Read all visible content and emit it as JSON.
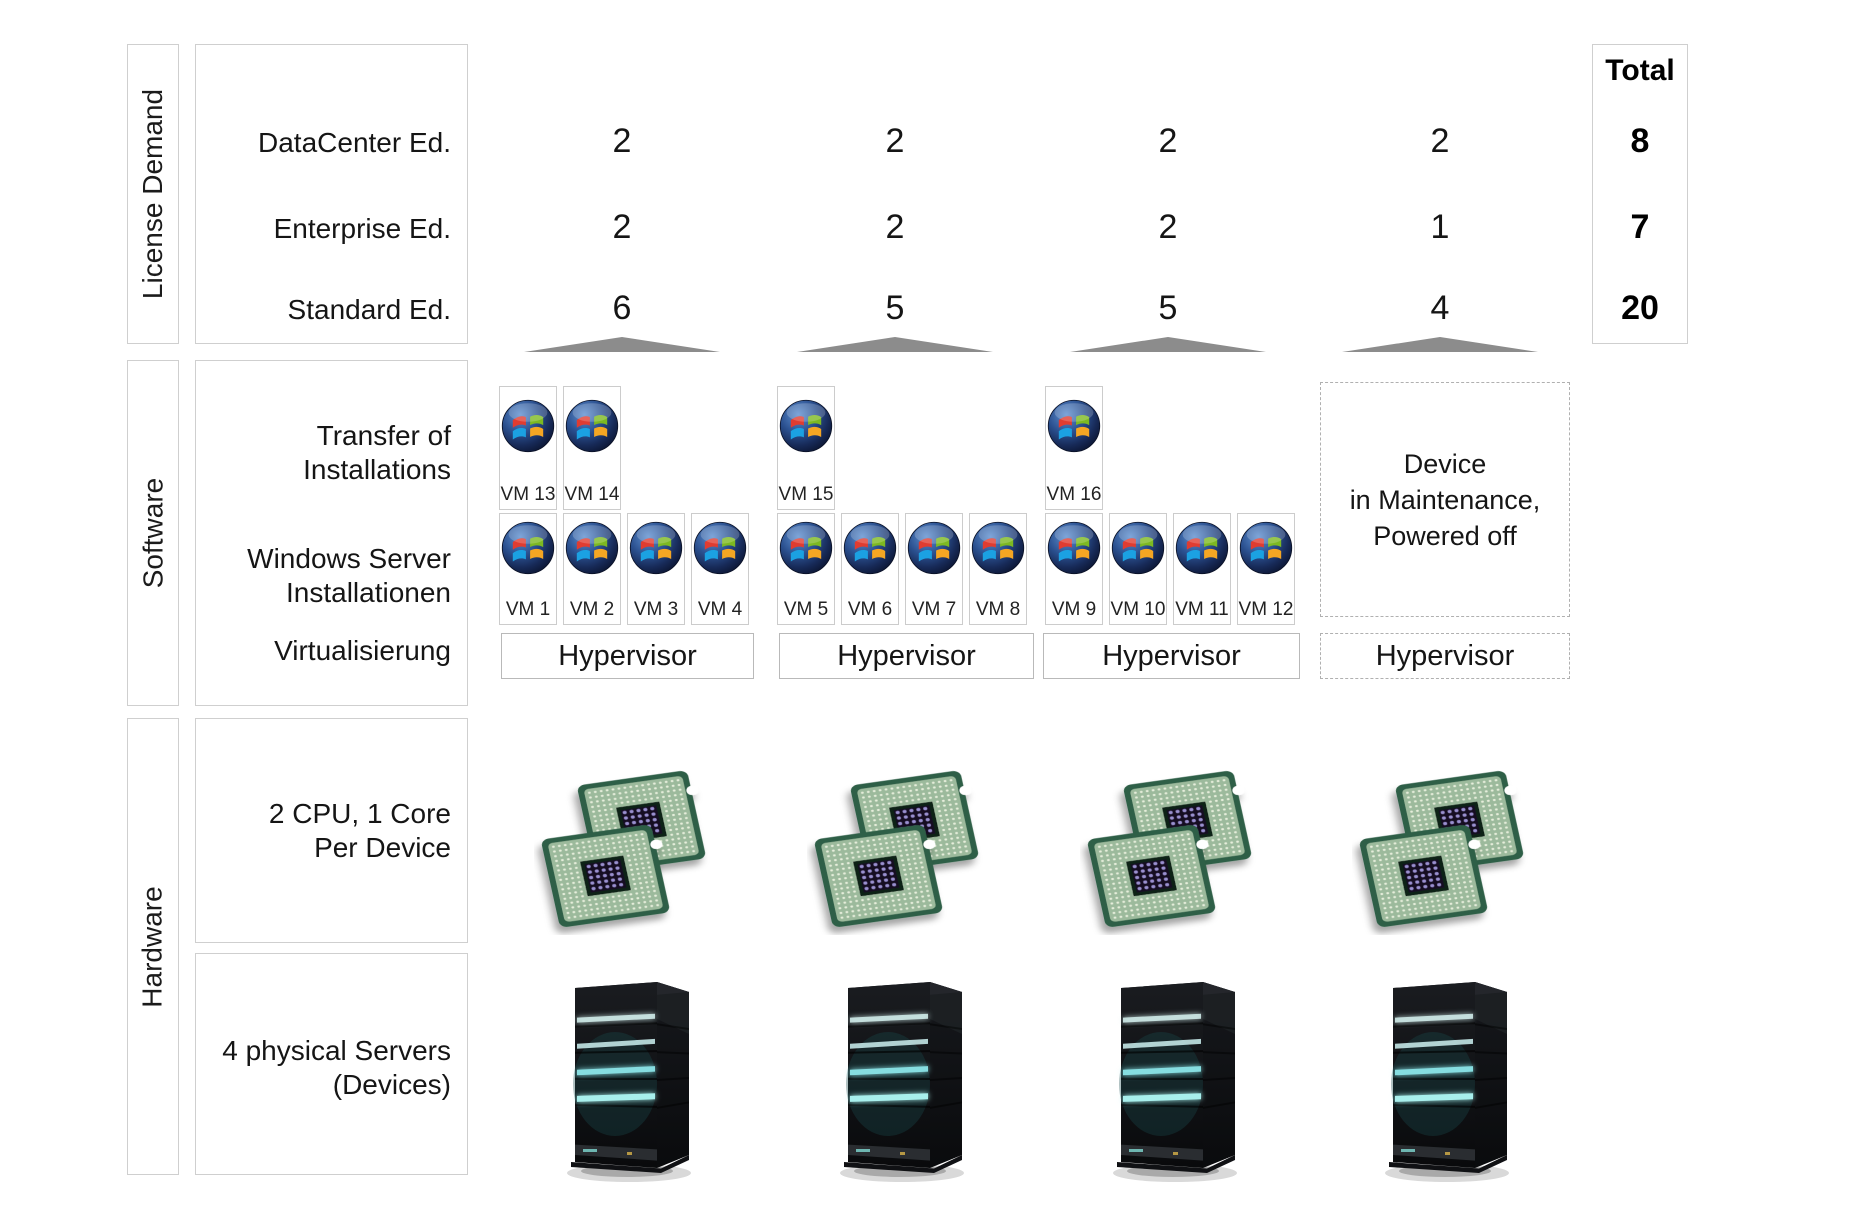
{
  "sections": {
    "license_demand": "License Demand",
    "software": "Software",
    "hardware": "Hardware"
  },
  "license": {
    "total_header": "Total",
    "rows": [
      {
        "label": "DataCenter Ed.",
        "values": [
          "2",
          "2",
          "2",
          "2"
        ],
        "total": "8"
      },
      {
        "label": "Enterprise Ed.",
        "values": [
          "2",
          "2",
          "2",
          "1"
        ],
        "total": "7"
      },
      {
        "label": "Standard Ed.",
        "values": [
          "6",
          "5",
          "5",
          "4"
        ],
        "total": "20"
      }
    ]
  },
  "software": {
    "transfer_label": "Transfer of\nInstallations",
    "installations_label": "Windows Server\nInstallationen",
    "virtualization_label": "Virtualisierung",
    "maintenance_note": "Device\nin Maintenance,\nPowered off",
    "transfer_vms": [
      {
        "label": "VM 13"
      },
      {
        "label": "VM 14"
      },
      {
        "label": "VM 15"
      },
      {
        "label": "VM 16"
      }
    ],
    "installed_vms": [
      {
        "label": "VM 1"
      },
      {
        "label": "VM 2"
      },
      {
        "label": "VM 3"
      },
      {
        "label": "VM 4"
      },
      {
        "label": "VM 5"
      },
      {
        "label": "VM 6"
      },
      {
        "label": "VM 7"
      },
      {
        "label": "VM 8"
      },
      {
        "label": "VM 9"
      },
      {
        "label": "VM 10"
      },
      {
        "label": "VM 11"
      },
      {
        "label": "VM 12"
      }
    ],
    "hypervisors": [
      {
        "label": "Hypervisor"
      },
      {
        "label": "Hypervisor"
      },
      {
        "label": "Hypervisor"
      },
      {
        "label": "Hypervisor"
      }
    ]
  },
  "hardware": {
    "cpu_label": "2 CPU, 1 Core\nPer Device",
    "servers_label": "4 physical Servers\n(Devices)"
  },
  "icons": {
    "vm": "windows-logo-icon",
    "cpu": "cpu-chips-icon",
    "server": "server-tower-icon",
    "brace": "group-brace-icon"
  },
  "colors": {
    "box_border": "#cfcfcf",
    "dashed_border": "#b0b0b0",
    "brace_gray": "#8c8c8c",
    "server_led": "#8fe2e4",
    "win_red": "#e03c31",
    "win_green": "#7db922",
    "win_blue": "#1ba1e2",
    "win_yellow": "#f5a623"
  }
}
